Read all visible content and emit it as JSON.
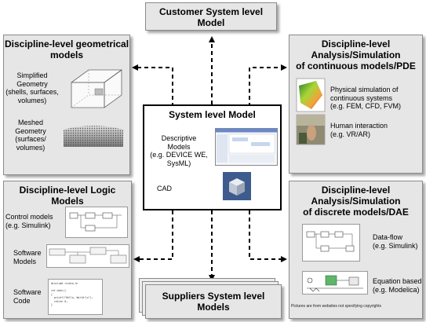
{
  "customer": {
    "title_line1": "Customer System level",
    "title_line2": "Model"
  },
  "geometry": {
    "title_line1": "Discipline-level geometrical",
    "title_line2": "models",
    "simplified": [
      "Simplified",
      "Geometry",
      "(shells, surfaces,",
      "volumes)"
    ],
    "meshed": [
      "Meshed",
      "Geometry",
      "(surfaces/",
      "volumes)"
    ]
  },
  "continuous": {
    "title_line1": "Discipline-level",
    "title_line2": "Analysis/Simulation",
    "title_line3": "of continuous models/PDE",
    "physical": [
      "Physical simulation of",
      "continuous systems",
      "(e.g. FEM, CFD, FVM)"
    ],
    "human": [
      "Human interaction",
      "(e.g. VR/AR)"
    ]
  },
  "system": {
    "title": "System level Model",
    "descriptive": [
      "Descriptive",
      "Models",
      "(e.g. DEVICE WE,",
      "SysML)"
    ],
    "cad": "CAD"
  },
  "logic": {
    "title_line1": "Discipline-level Logic",
    "title_line2": "Models",
    "control": [
      "Control models",
      "(e.g. Simulink)"
    ],
    "software_models": [
      "Software",
      "Models"
    ],
    "software_code": [
      "Software",
      "Code"
    ]
  },
  "discrete": {
    "title_line1": "Discipline-level",
    "title_line2": "Analysis/Simulation",
    "title_line3": "of discrete models/DAE",
    "dataflow": [
      "Data-flow",
      "(e.g. Simulink)"
    ],
    "equation": [
      "Equation based",
      "(e.g. Modelica)"
    ],
    "note": "Pictures are from websites not specifying copyrights"
  },
  "suppliers": {
    "title_line1": "Suppliers  System level",
    "title_line2": "Models"
  },
  "colors": {
    "box_fill": "#e6e6e6",
    "border": "#8a8a8a",
    "arrow": "#000000"
  }
}
